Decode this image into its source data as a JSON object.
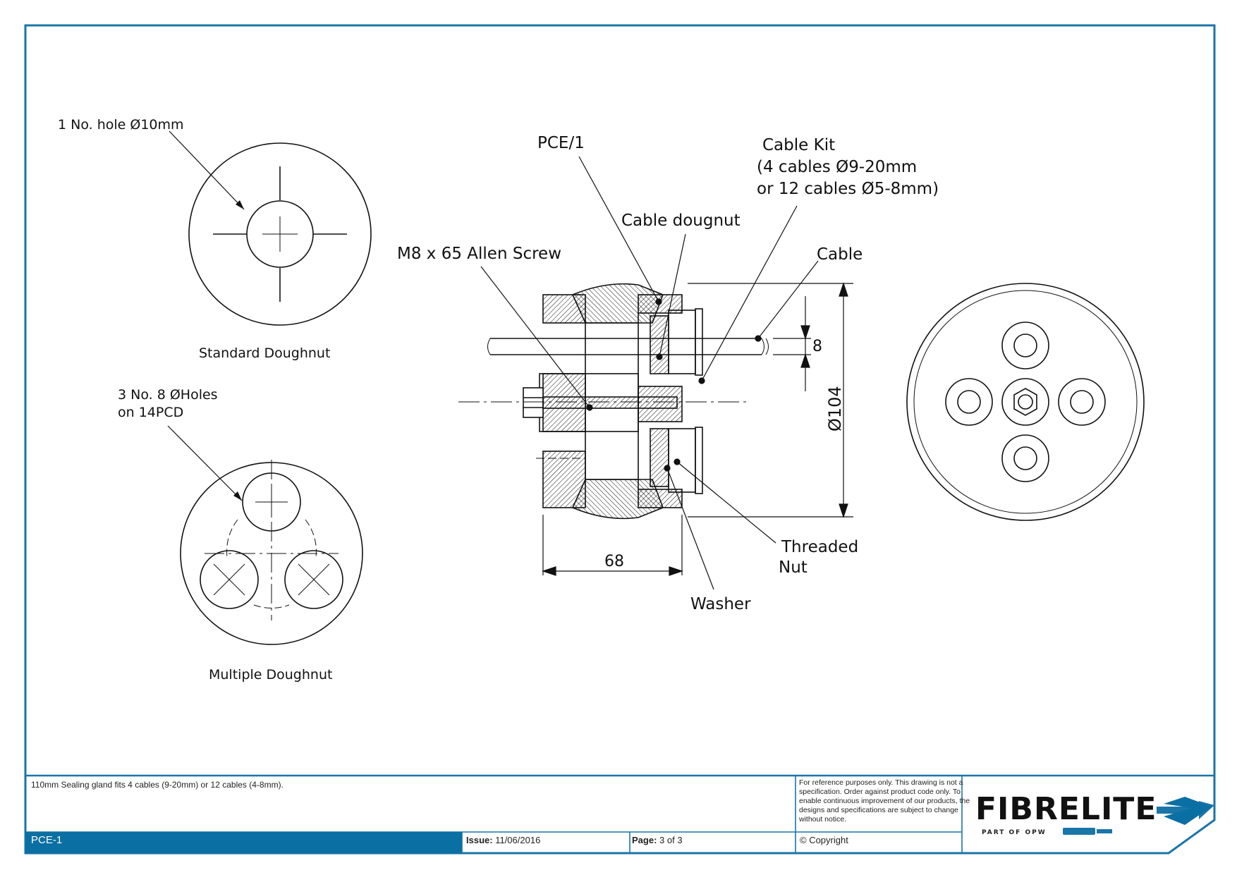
{
  "labels": {
    "standard_hole": "1 No. hole Ø10mm",
    "standard_title": "Standard Doughnut",
    "multiple_holes_line1": "3 No. 8 ØHoles",
    "multiple_holes_line2": "on 14PCD",
    "multiple_title": "Multiple Doughnut",
    "pce": "PCE/1",
    "cable_kit_line1": "Cable Kit",
    "cable_kit_line2": "(4 cables Ø9-20mm",
    "cable_kit_line3": "or 12 cables  Ø5-8mm)",
    "cable_doughnut": "Cable dougnut",
    "allen_screw": "M8 x 65 Allen Screw",
    "cable": "Cable",
    "threaded_nut_line1": "Threaded",
    "threaded_nut_line2": "Nut",
    "washer": "Washer"
  },
  "dimensions": {
    "length": "68",
    "cable_dia": "8",
    "outer_dia": "Ø104"
  },
  "title_block": {
    "description": "110mm Sealing gland fits 4 cables (9-20mm) or 12 cables (4-8mm).",
    "disclaimer": "For reference purposes only. This drawing is not a specification. Order against product code only.  To enable continuous improvement of our products, the designs and specifications are subject to change without notice.",
    "doc_number": "PCE-1",
    "issue_label": "Issue:",
    "issue_value": "11/06/2016",
    "page_label": "Page:",
    "page_value": "3 of 3",
    "copyright": "© Copyright",
    "brand": "FIBRELITE",
    "brand_sub": "PART OF OPW"
  },
  "colors": {
    "frame": "#1a75a8",
    "bar": "#0a6fa3",
    "line": "#111111"
  }
}
